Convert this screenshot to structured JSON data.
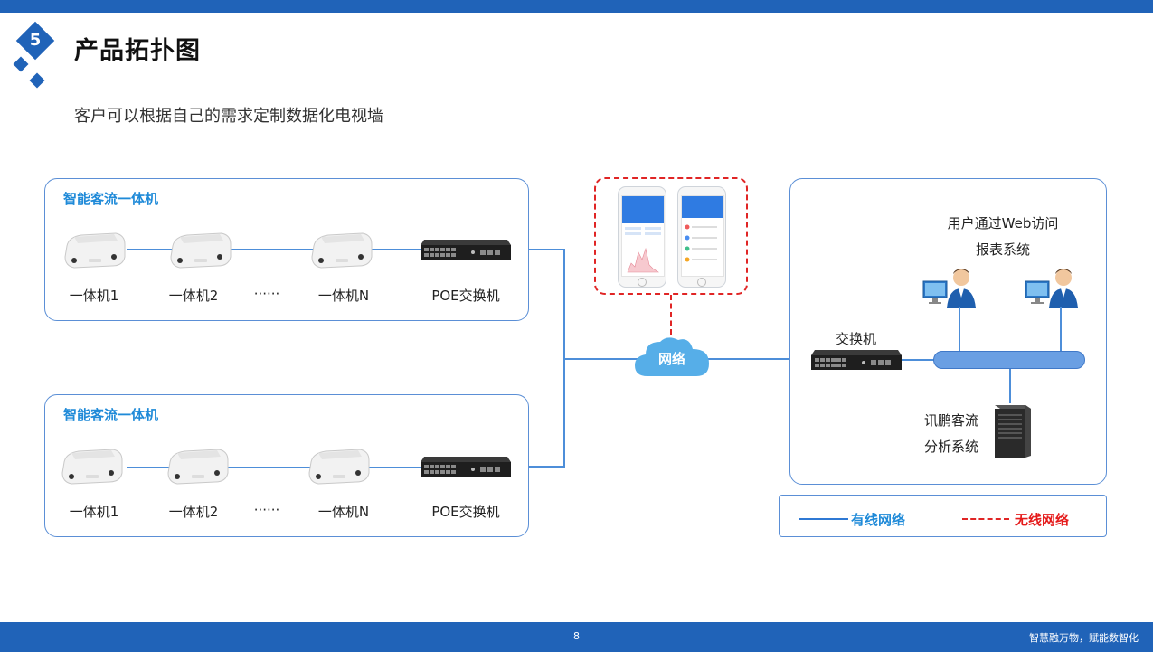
{
  "header": {
    "section_number": "5",
    "title": "产品拓扑图",
    "subtitle": "客户可以根据自己的需求定制数据化电视墙"
  },
  "groups": [
    {
      "title": "智能客流一体机",
      "devices": [
        "一体机1",
        "一体机2",
        "一体机N"
      ],
      "ellipsis": "······",
      "switch_label": "POE交换机"
    },
    {
      "title": "智能客流一体机",
      "devices": [
        "一体机1",
        "一体机2",
        "一体机N"
      ],
      "ellipsis": "······",
      "switch_label": "POE交换机"
    }
  ],
  "network": {
    "cloud_label": "网络"
  },
  "server_side": {
    "switch_label": "交换机",
    "users_caption_line1": "用户通过Web访问",
    "users_caption_line2": "报表系统",
    "server_caption_line1": "讯鹏客流",
    "server_caption_line2": "分析系统"
  },
  "legend": {
    "wired": "有线网络",
    "wireless": "无线网络"
  },
  "footer": {
    "page_number": "8",
    "slogan": "智慧融万物，赋能数智化"
  },
  "colors": {
    "brand_blue": "#2063b8",
    "line_blue": "#4d8ed9",
    "wireless_red": "#e02525",
    "group_title_blue": "#1f8ad8"
  }
}
